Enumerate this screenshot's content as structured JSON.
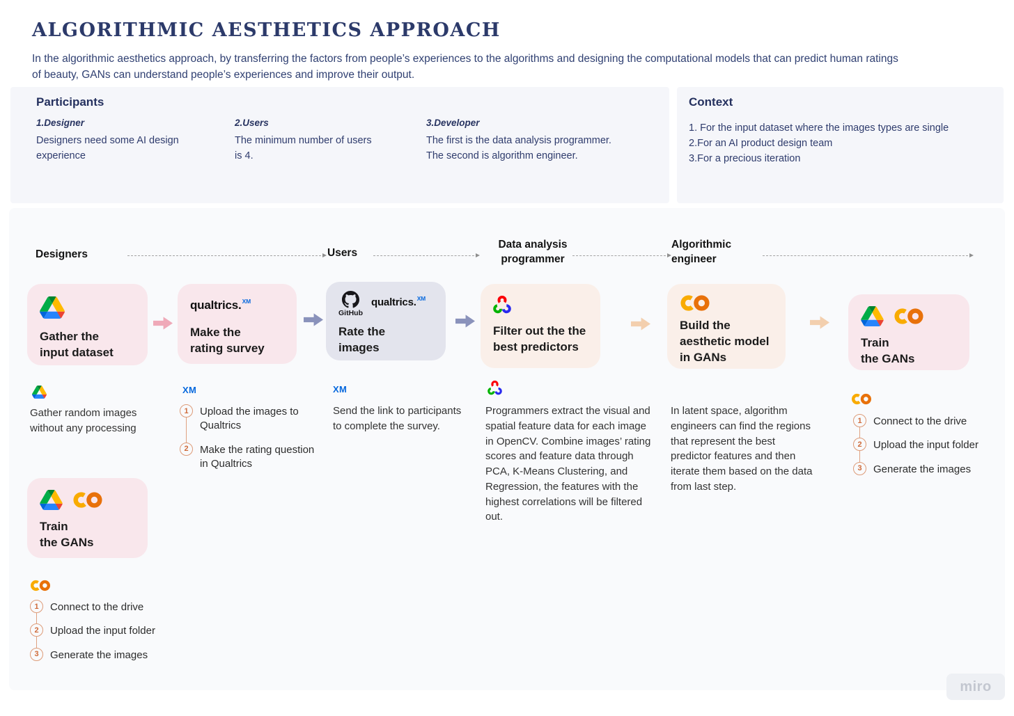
{
  "page": {
    "title": "ALGORITHMIC AESTHETICS APPROACH",
    "subtitle": "In the algorithmic aesthetics approach, by transferring the factors from people’s experiences to the algorithms and designing the computational models that can predict human ratings\nof beauty, GANs can understand people’s experiences and improve their output.",
    "watermark": "miro"
  },
  "participants": {
    "heading": "Participants",
    "items": [
      {
        "label": "1.Designer",
        "text": "Designers need some AI design\nexperience"
      },
      {
        "label": "2.Users",
        "text": " The minimum number of users\nis 4."
      },
      {
        "label": "3.Developer",
        "text": "The first is the data analysis programmer.\nThe second is algorithm engineer."
      }
    ]
  },
  "context": {
    "heading": "Context",
    "items": [
      "1. For the input dataset where the images types are single",
      "2.For an AI product design team",
      "3.For a precious iteration"
    ]
  },
  "lanes": [
    {
      "label": "Designers"
    },
    {
      "label": "Users"
    },
    {
      "label": "Data analysis\nprogrammer"
    },
    {
      "label": "Algorithmic\nengineer"
    }
  ],
  "logos": {
    "qualtrics": "qualtrics.",
    "qualtrics_sup": "XM",
    "github": "GitHub",
    "xm": "XM"
  },
  "cards": {
    "gather": {
      "title": "Gather the\ninput dataset",
      "icons": [
        "google-drive-icon"
      ]
    },
    "survey": {
      "title": "Make the\nrating survey",
      "icons": [
        "qualtrics-logo"
      ]
    },
    "rate": {
      "title": "Rate the\nimages",
      "icons": [
        "github-icon",
        "qualtrics-logo"
      ]
    },
    "filter": {
      "title": "Filter out the the\nbest predictors",
      "icons": [
        "opencv-icon"
      ]
    },
    "build": {
      "title": "Build the\naesthetic model\nin GANs",
      "icons": [
        "colab-icon"
      ]
    },
    "train": {
      "title": "Train\nthe GANs",
      "icons": [
        "google-drive-icon",
        "colab-icon"
      ]
    }
  },
  "notes": {
    "gather": "Gather random images without any processing",
    "survey_steps": [
      {
        "n": "1",
        "text": "Upload the images to Qualtrics"
      },
      {
        "n": "2",
        "text": "Make the rating question in Qualtrics"
      }
    ],
    "rate": "Send the link to participants to complete the survey.",
    "filter": "Programmers extract the visual and spatial feature data for each image in OpenCV. Combine images’ rating scores and feature data through PCA, K-Means Clustering, and Regression, the features with the highest correlations will be filtered out.",
    "build": "In latent space, algorithm engineers can find the regions that represent the best predictor features and then iterate them based on the data from last step.",
    "train_steps": [
      {
        "n": "1",
        "text": "Connect to the drive"
      },
      {
        "n": "2",
        "text": "Upload the input folder"
      },
      {
        "n": "3",
        "text": "Generate the images"
      }
    ]
  },
  "colors": {
    "accent_navy": "#2c3a6a",
    "card_pink": "#f9e7ec",
    "card_lavender": "#e3e4ed",
    "card_peach": "#faefe9",
    "arrow_pink": "#efa9b8",
    "arrow_purple": "#8a92bb",
    "arrow_peach": "#f3cfae",
    "step_orange": "#cf6b3a",
    "colab_orange": "#F9AB00",
    "colab_dark_orange": "#E8710A",
    "xm_blue": "#0768dd"
  }
}
